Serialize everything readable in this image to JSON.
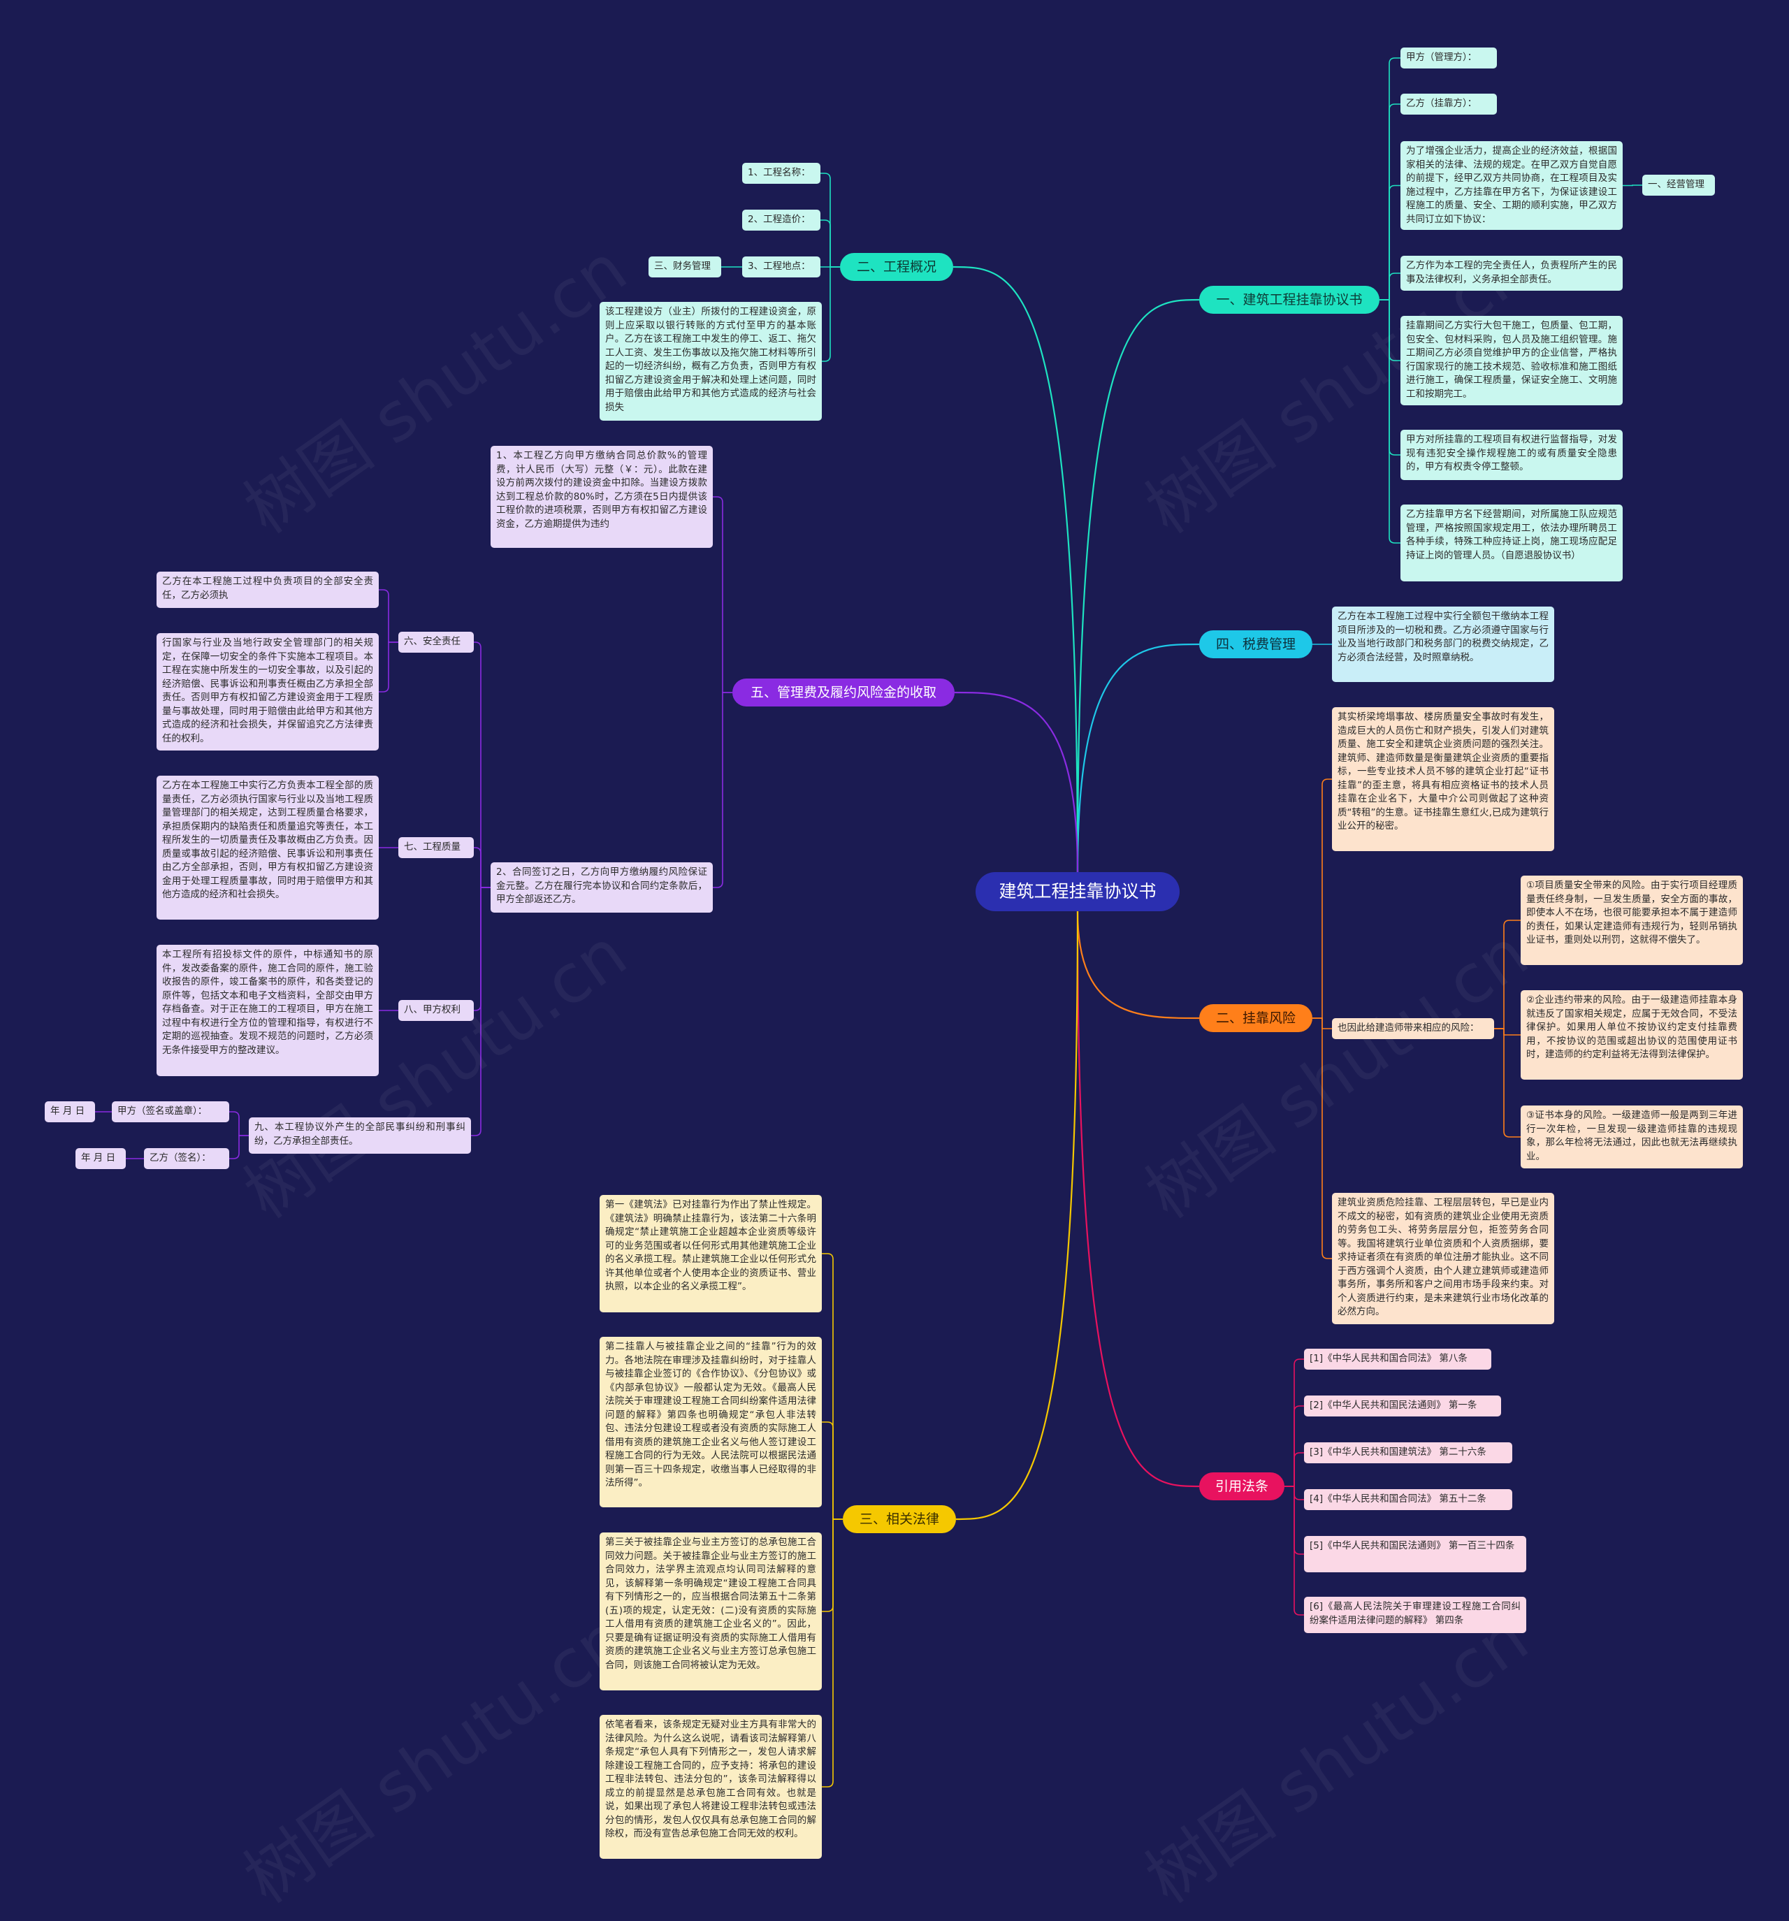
{
  "watermark": "树图 shutu.cn",
  "root": "建筑工程挂靠协议书",
  "branches": {
    "b1": "一、建筑工程挂靠协议书",
    "b2": "二、工程概况",
    "b3": "三、相关法律",
    "b4": "四、税费管理",
    "b5": "五、管理费及履约风险金的收取",
    "b6": "二、挂靠风险",
    "b7": "引用法条"
  },
  "colors": {
    "b1": "#1ee3c1",
    "b2": "#1ee3c1",
    "b4": "#1ec8e8",
    "b5": "#8a2be2",
    "b6": "#ff7f1a",
    "b7": "#e8125f",
    "b3": "#f5c800"
  },
  "b1": {
    "party_a": "甲方（管理方）：",
    "party_b": "乙方（挂靠方）：",
    "intro": "为了增强企业活力，提高企业的经济效益，根据国家相关的法律、法规的规定。在甲乙双方自觉自愿的前提下，经甲乙双方共同协商，在工程项目及实施过程中，乙方挂靠在甲方名下，为保证该建设工程施工的质量、安全、工期的顺利实施，甲乙双方共同订立如下协议：",
    "mgmt": "一、经营管理",
    "resp": "乙方作为本工程的完全责任人，负责程所产生的民事及法律权利，义务承担全部责任。",
    "contract": "挂靠期间乙方实行大包干施工，包质量、包工期，包安全、包材料采购，包人员及施工组织管理。施工期间乙方必须自觉维护甲方的企业信誉，严格执行国家现行的施工技术规范、验收标准和施工图纸进行施工，确保工程质量，保证安全施工、文明施工和按期完工。",
    "supervise": "甲方对所挂靠的工程项目有权进行监督指导，对发现有违犯安全操作规程施工的或有质量安全隐患的，甲方有权责令停工整顿。",
    "name": "乙方挂靠甲方名下经营期间，对所属施工队应规范管理，严格按照国家规定用工，依法办理所聘员工各种手续，特殊工种应持证上岗，施工现场应配足持证上岗的管理人员。（自愿退股协议书）"
  },
  "b2": {
    "name": "1、工程名称：",
    "cost": "2、工程造价：",
    "site": "3、工程地点：",
    "finance": "三、财务管理",
    "para": "该工程建设方（业主）所拨付的工程建设资金，原则上应采取以银行转账的方式付至甲方的基本账户。乙方在该工程施工中发生的停工、返工、拖欠工人工资、发生工伤事故以及拖欠施工材料等所引起的一切经济纠纷，概有乙方负责，否则甲方有权扣留乙方建设资金用于解决和处理上述问题，同时用于赔偿由此给甲方和其他方式造成的经济与社会损失"
  },
  "b4": {
    "tax": "乙方在本工程施工过程中实行全额包干缴纳本工程项目所涉及的一切税和费。乙方必须遵守国家与行业及当地行政部门和税务部门的税费交纳规定，乙方必须合法经营，及时照章纳税。"
  },
  "b5": {
    "p1": "1、本工程乙方向甲方缴纳合同总价款%的管理费，计人民币（大写）元整（￥：元）。此款在建设方前两次拨付的建设资金中扣除。当建设方拨款达到工程总价款的80%时，乙方须在5日内提供该工程价款的进项税票，否则甲方有权扣留乙方建设资金，乙方逾期提供为违约",
    "p2": "2、合同签订之日，乙方向甲方缴纳履约风险保证金元整。乙方在履行完本协议和合同约定条款后，甲方全部返还乙方。",
    "safety": "六、安全责任",
    "safety_1": "乙方在本工程施工过程中负责项目的全部安全责任，乙方必须执",
    "safety_2": "行国家与行业及当地行政安全管理部门的相关规定，在保障一切安全的条件下实施本工程项目。本工程在实施中所发生的一切安全事故，以及引起的经济赔偿、民事诉讼和刑事责任概由乙方承担全部责任。否则甲方有权扣留乙方建设资金用于工程质量与事故处理，同时用于赔偿由此给甲方和其他方式造成的经济和社会损失，并保留追究乙方法律责任的权利。",
    "quality": "七、工程质量",
    "quality_1": "乙方在本工程施工中实行乙方负责本工程全部的质量责任，乙方必须执行国家与行业以及当地工程质量管理部门的相关规定，达到工程质量合格要求，承担质保期内的缺陷责任和质量追究等责任，本工程所发生的一切质量责任及事故概由乙方负责。因质量或事故引起的经济赔偿、民事诉讼和刑事责任由乙方全部承担，否则，甲方有权扣留乙方建设资金用于处理工程质量事故，同时用于赔偿甲方和其他方造成的经济和社会损失。",
    "rights": "八、甲方权利",
    "rights_1": "本工程所有招投标文件的原件，中标通知书的原件，发改委备案的原件，施工合同的原件，施工验收报告的原件，竣工备案书的原件，和各类登记的原件等，包括文本和电子文档资料，全部交由甲方存档备查。对于正在施工的工程项目，甲方在施工过程中有权进行全方位的管理和指导，有权进行不定期的巡视抽查。发现不规范的问题时，乙方必须无条件接受甲方的整改建议。",
    "dispute": "九、本工程协议外产生的全部民事纠纷和刑事纠纷，乙方承担全部责任。",
    "sign_a": "甲方（签名或盖章）：",
    "sign_b": "乙方（签名）：",
    "date_a": "年 月 日",
    "date_b": "年 月 日"
  },
  "b6": {
    "intro": "其实桥梁垮塌事故、楼房质量安全事故时有发生，造成巨大的人员伤亡和财产损失，引发人们对建筑质量、施工安全和建筑企业资质问题的强烈关注。建筑师、建造师数量是衡量建筑企业资质的重要指标，一些专业技术人员不够的建筑企业打起“证书挂靠”的歪主意，将具有相应资格证书的技术人员挂靠在企业名下，大量中介公司则做起了这种资质“转租”的生意。证书挂靠生意红火,已成为建筑行业公开的秘密。",
    "risk": "也因此给建造师带来相应的风险：",
    "r1": "①项目质量安全带来的风险。由于实行项目经理质量责任终身制，一旦发生质量，安全方面的事故，即使本人不在场，也很可能要承担本不属于建造师的责任，如果认定建造师有违规行为，轻则吊销执业证书，重则处以刑罚，这就得不偿失了。",
    "r2": "②企业违约带来的风险。由于一级建造师挂靠本身就违反了国家相关规定，应属于无效合同，不受法律保护。如果用人单位不按协议约定支付挂靠费用，不按协议的范围或超出协议的范围使用证书时，建造师的约定利益将无法得到法律保护。",
    "r3": "③证书本身的风险。一级建造师一般是两到三年进行一次年检，一旦发现一级建造师挂靠的违规现象，那么年检将无法通过，因此也就无法再继续执业。",
    "outro": "建筑业资质危险挂靠、工程层层转包，早已是业内不成文的秘密，如有资质的建筑业企业使用无资质的劳务包工头、将劳务层层分包，拒签劳务合同等。我国将建筑行业单位资质和个人资质捆绑，要求持证者须在有资质的单位注册才能执业。这不同于西方强调个人资质，由个人建立建筑师或建造师事务所，事务所和客户之间用市场手段来约束。对个人资质进行约束，是未来建筑行业市场化改革的必然方向。"
  },
  "b7": {
    "l1": "[1]《中华人民共和国合同法》 第八条",
    "l2": "[2]《中华人民共和国民法通则》 第一条",
    "l3": "[3]《中华人民共和国建筑法》 第二十六条",
    "l4": "[4]《中华人民共和国合同法》 第五十二条",
    "l5": "[5]《中华人民共和国民法通则》 第一百三十四条",
    "l6": "[6]《最高人民法院关于审理建设工程施工合同纠纷案件适用法律问题的解释》 第四条"
  },
  "b3": {
    "p1": "第一《建筑法》已对挂靠行为作出了禁止性规定。《建筑法》明确禁止挂靠行为，该法第二十六条明确规定“禁止建筑施工企业超越本企业资质等级许可的业务范围或者以任何形式用其他建筑施工企业的名义承揽工程。禁止建筑施工企业以任何形式允许其他单位或者个人使用本企业的资质证书、营业执照，以本企业的名义承揽工程”。",
    "p2": "第二挂靠人与被挂靠企业之间的“挂靠”行为的效力。各地法院在审理涉及挂靠纠纷时，对于挂靠人与被挂靠企业签订的《合作协议》、《分包协议》或《内部承包协议》一般都认定为无效。《最高人民法院关于审理建设工程施工合同纠纷案件适用法律问题的解释》第四条也明确规定“承包人非法转包、违法分包建设工程或者没有资质的实际施工人借用有资质的建筑施工企业名义与他人签订建设工程施工合同的行为无效。人民法院可以根据民法通则第一百三十四条规定，收缴当事人已经取得的非法所得”。",
    "p3": "第三关于被挂靠企业与业主方签订的总承包施工合同效力问题。关于被挂靠企业与业主方签订的施工合同效力，法学界主流观点均认同司法解释的意见，该解释第一条明确规定“建设工程施工合同具有下列情形之一的，应当根据合同法第五十二条第(五)项的规定，认定无效：(二)没有资质的实际施工人借用有资质的建筑施工企业名义的”。因此，只要是确有证据证明没有资质的实际施工人借用有资质的建筑施工企业名义与业主方签订总承包施工合同，则该施工合同将被认定为无效。",
    "p4": "依笔者看来，该条规定无疑对业主方具有非常大的法律风险。为什么这么说呢，请看该司法解释第八条规定“承包人具有下列情形之一，发包人请求解除建设工程施工合同的，应予支持：将承包的建设工程非法转包、违法分包的”，该条司法解释得以成立的前提显然是总承包施工合同有效。也就是说，如果出现了承包人将建设工程非法转包或违法分包的情形，发包人仅仅具有总承包施工合同的解除权，而没有宣告总承包施工合同无效的权利。"
  }
}
